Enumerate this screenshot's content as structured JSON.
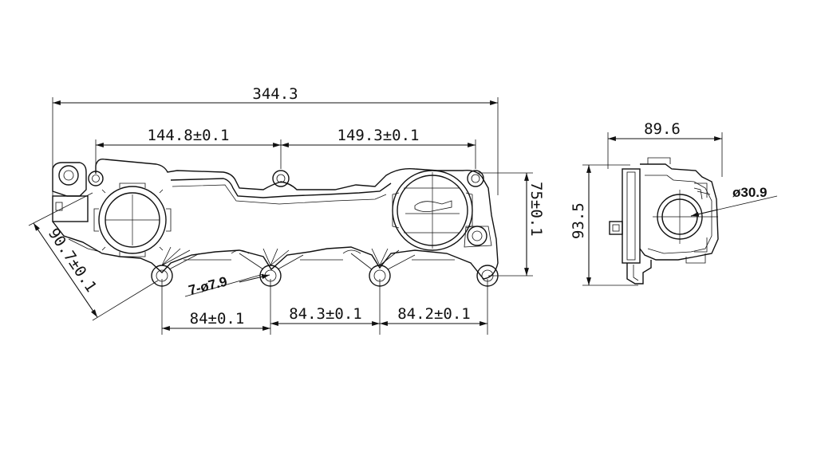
{
  "drawing": {
    "front_view": {
      "overall_length": "344.3",
      "upper_spacing_left": "144.8±0.1",
      "upper_spacing_right": "149.3±0.1",
      "lower_spacing_1": "84±0.1",
      "lower_spacing_2": "84.3±0.1",
      "lower_spacing_3": "84.2±0.1",
      "height_right": "75±0.1",
      "diagonal_left": "90.7±0.1",
      "hole_callout": "7-ø7.9"
    },
    "side_view": {
      "width": "89.6",
      "height": "93.5",
      "bore_diameter": "ø30.9"
    }
  }
}
